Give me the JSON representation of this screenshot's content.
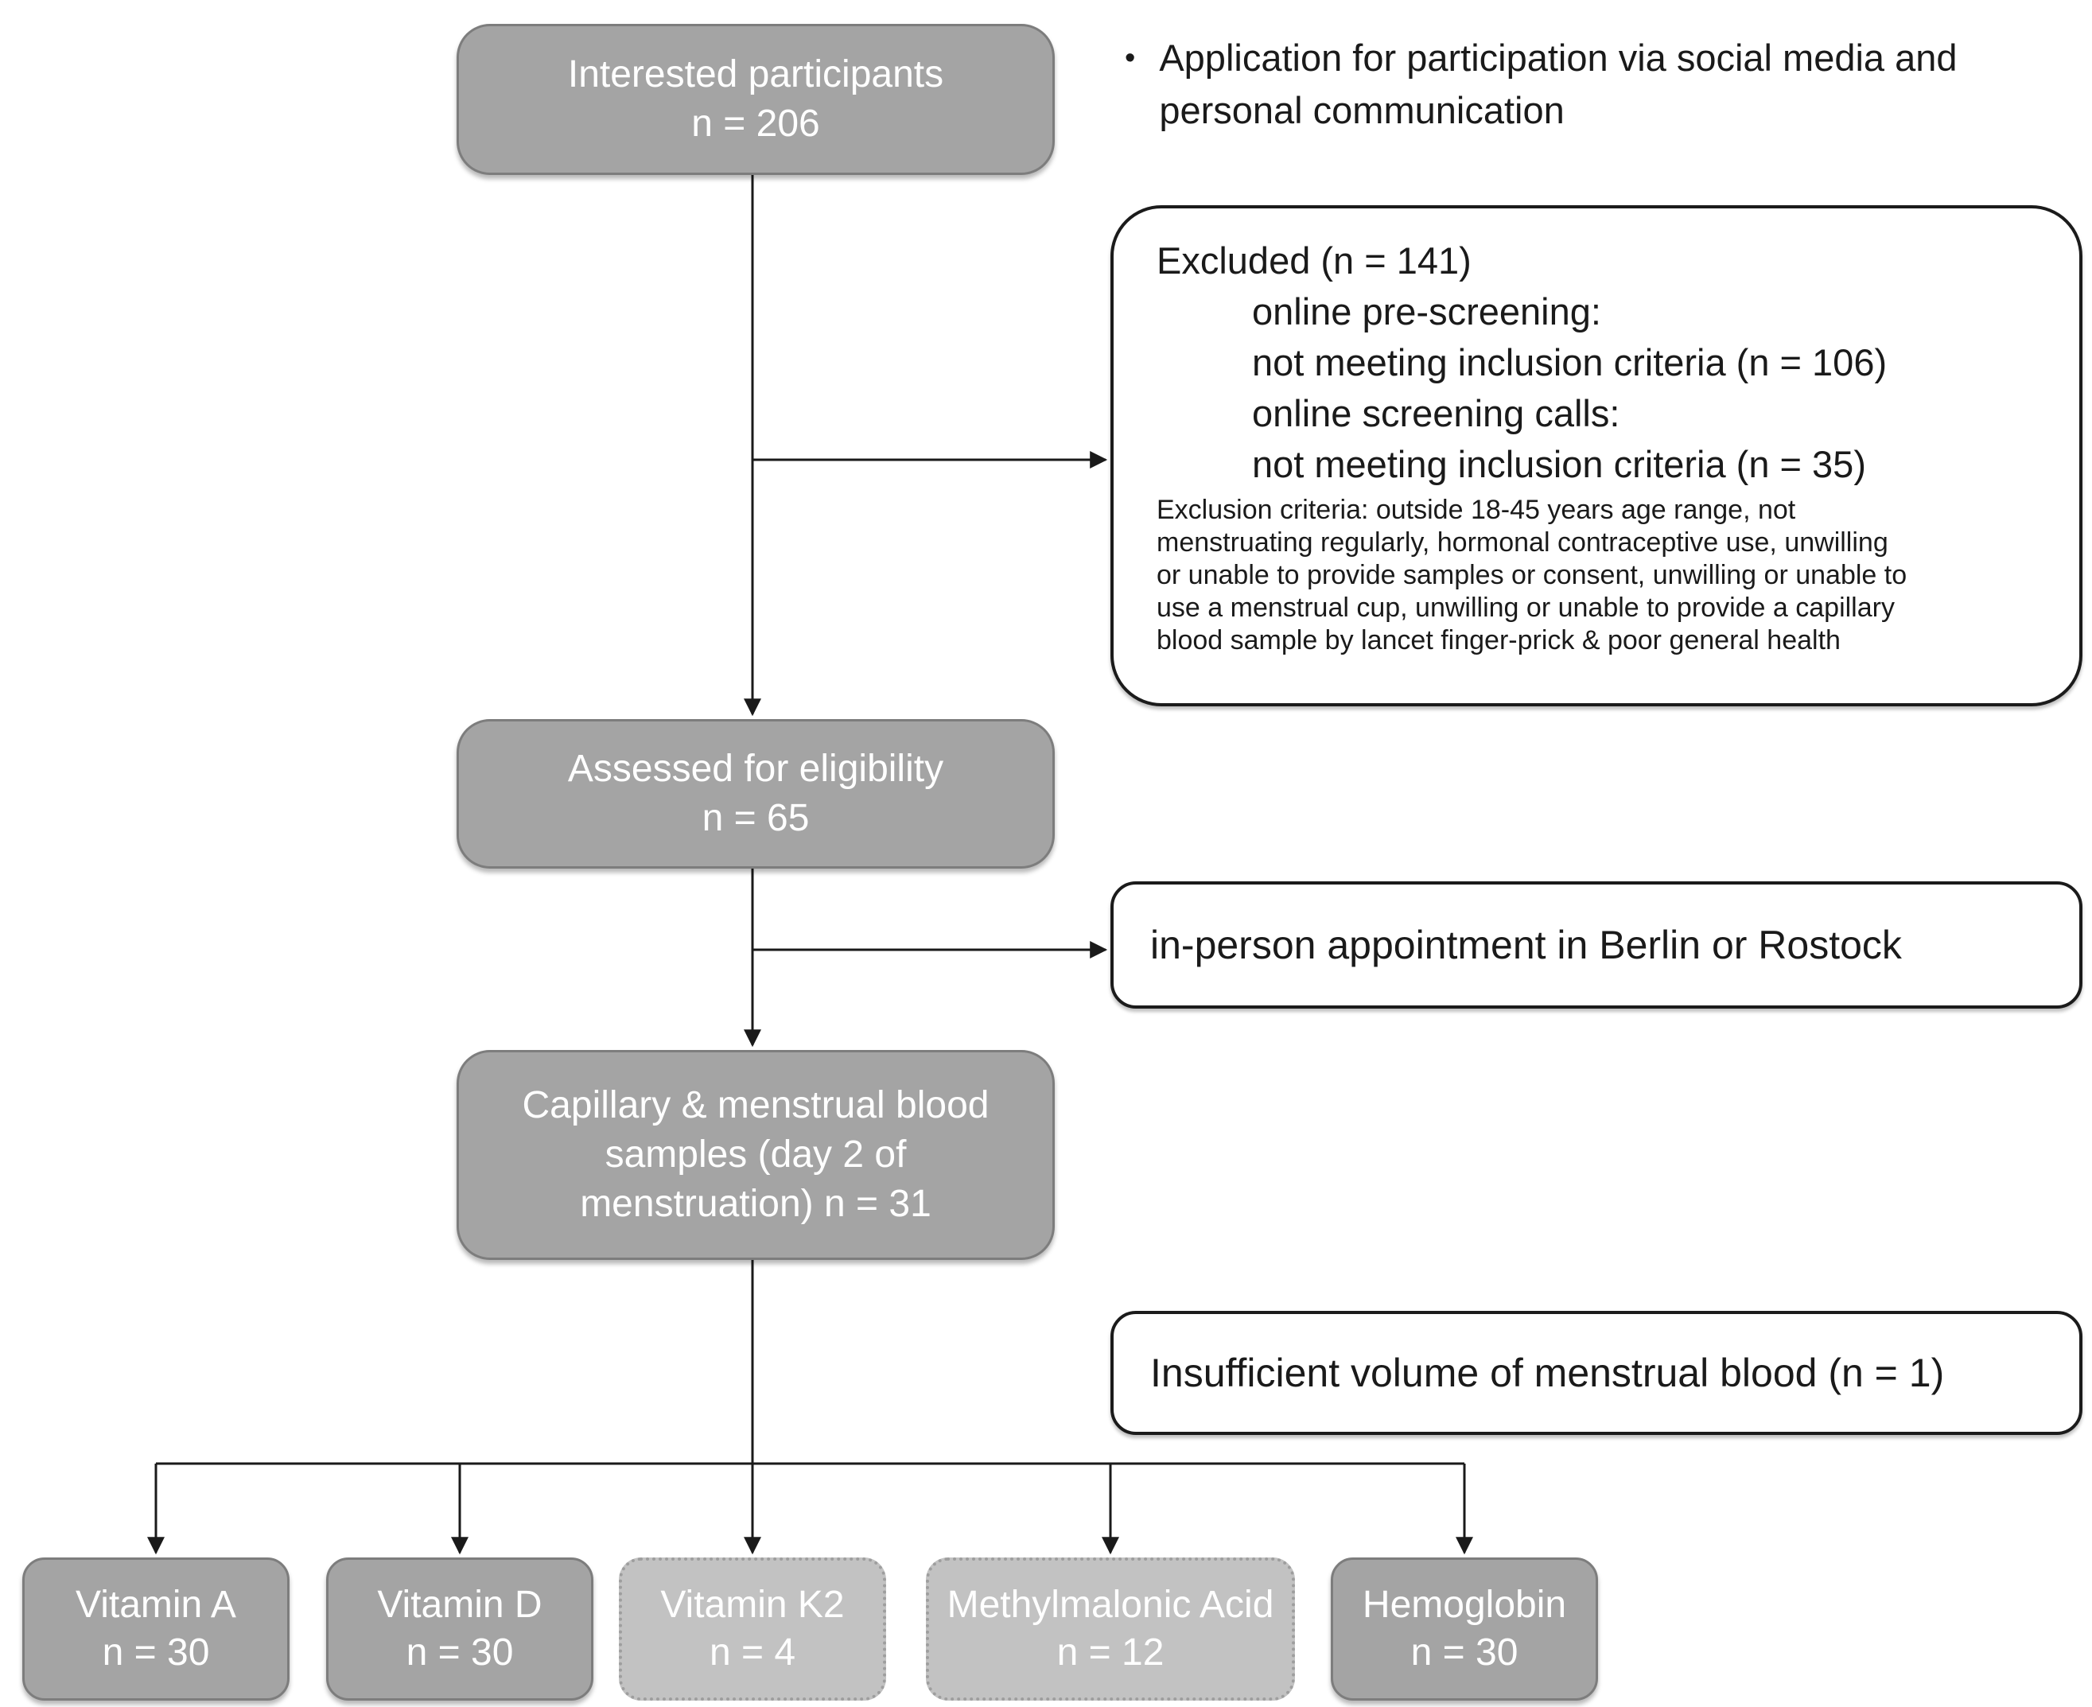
{
  "diagram": {
    "title_hint": "Participant flow diagram",
    "colors": {
      "node_fill": "#a4a4a4",
      "node_border": "#7d7d7d",
      "light_node_fill": "#c2c2c2",
      "light_node_border": "#9e9e9e",
      "note_border": "#1b1b1b",
      "text_on_gray": "#ffffff",
      "text_on_white": "#1a1a1a",
      "connector": "#1a1a1a"
    },
    "nodes": {
      "interested": "Interested participants\nn = 206",
      "assessed": "Assessed for eligibility\nn = 65",
      "capillary": "Capillary & menstrual blood\nsamples (day 2 of\nmenstruation) n = 31"
    },
    "annotation": {
      "bullet": "•",
      "text": "Application for participation via social media and\npersonal communication"
    },
    "excluded": {
      "title": "Excluded (n = 141)",
      "items": [
        "online pre-screening:",
        "not meeting inclusion criteria (n = 106)",
        "online screening calls:",
        "not meeting inclusion criteria (n = 35)"
      ],
      "note": "Exclusion criteria: outside 18-45 years age range, not\nmenstruating regularly, hormonal contraceptive use, unwilling\nor unable to provide samples or consent, unwilling or unable to\nuse a menstrual cup, unwilling or unable to provide a capillary\nblood sample by lancet finger-prick & poor general health"
    },
    "side_notes": {
      "inperson": "in-person appointment in Berlin or Rostock",
      "insufficient": "Insufficient volume of menstrual blood (n = 1)"
    },
    "outcomes": [
      {
        "label": "Vitamin A\nn = 30"
      },
      {
        "label": "Vitamin D\nn = 30"
      },
      {
        "label": "Vitamin K2\nn = 4"
      },
      {
        "label": "Methylmalonic Acid\nn = 12"
      },
      {
        "label": "Hemoglobin\nn = 30"
      }
    ]
  }
}
